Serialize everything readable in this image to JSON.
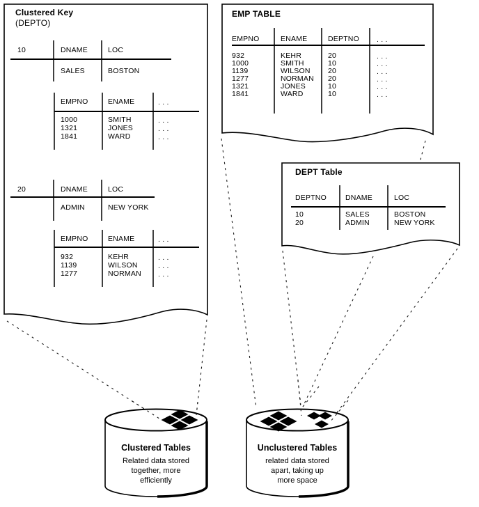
{
  "ellipsis": ". . .",
  "clustered_panel": {
    "title": "Clustered Key",
    "subtitle": "(DEPTO)",
    "groups": [
      {
        "key": "10",
        "dept_headers": [
          "DNAME",
          "LOC"
        ],
        "dept_row": [
          "SALES",
          "BOSTON"
        ],
        "emp_headers": [
          "EMPNO",
          "ENAME"
        ],
        "emp_rows": [
          [
            "1000",
            "SMITH"
          ],
          [
            "1321",
            "JONES"
          ],
          [
            "1841",
            "WARD"
          ]
        ]
      },
      {
        "key": "20",
        "dept_headers": [
          "DNAME",
          "LOC"
        ],
        "dept_row": [
          "ADMIN",
          "NEW YORK"
        ],
        "emp_headers": [
          "EMPNO",
          "ENAME"
        ],
        "emp_rows": [
          [
            "932",
            "KEHR"
          ],
          [
            "1139",
            "WILSON"
          ],
          [
            "1277",
            "NORMAN"
          ]
        ]
      }
    ]
  },
  "emp_table": {
    "title": "EMP TABLE",
    "headers": [
      "EMPNO",
      "ENAME",
      "DEPTNO"
    ],
    "rows": [
      [
        "932",
        "KEHR",
        "20"
      ],
      [
        "1000",
        "SMITH",
        "10"
      ],
      [
        "1139",
        "WILSON",
        "20"
      ],
      [
        "1277",
        "NORMAN",
        "20"
      ],
      [
        "1321",
        "JONES",
        "10"
      ],
      [
        "1841",
        "WARD",
        "10"
      ]
    ]
  },
  "dept_table": {
    "title": "DEPT Table",
    "headers": [
      "DEPTNO",
      "DNAME",
      "LOC"
    ],
    "rows": [
      [
        "10",
        "SALES",
        "BOSTON"
      ],
      [
        "20",
        "ADMIN",
        "NEW YORK"
      ]
    ]
  },
  "clustered_cylinder": {
    "title": "Clustered Tables",
    "description_lines": [
      "Related data stored",
      "together, more",
      "efficiently"
    ]
  },
  "unclustered_cylinder": {
    "title": "Unclustered Tables",
    "description_lines": [
      "related data stored",
      "apart, taking up",
      "more space"
    ]
  },
  "colors": {
    "ink": "#000000",
    "background": "#ffffff"
  }
}
